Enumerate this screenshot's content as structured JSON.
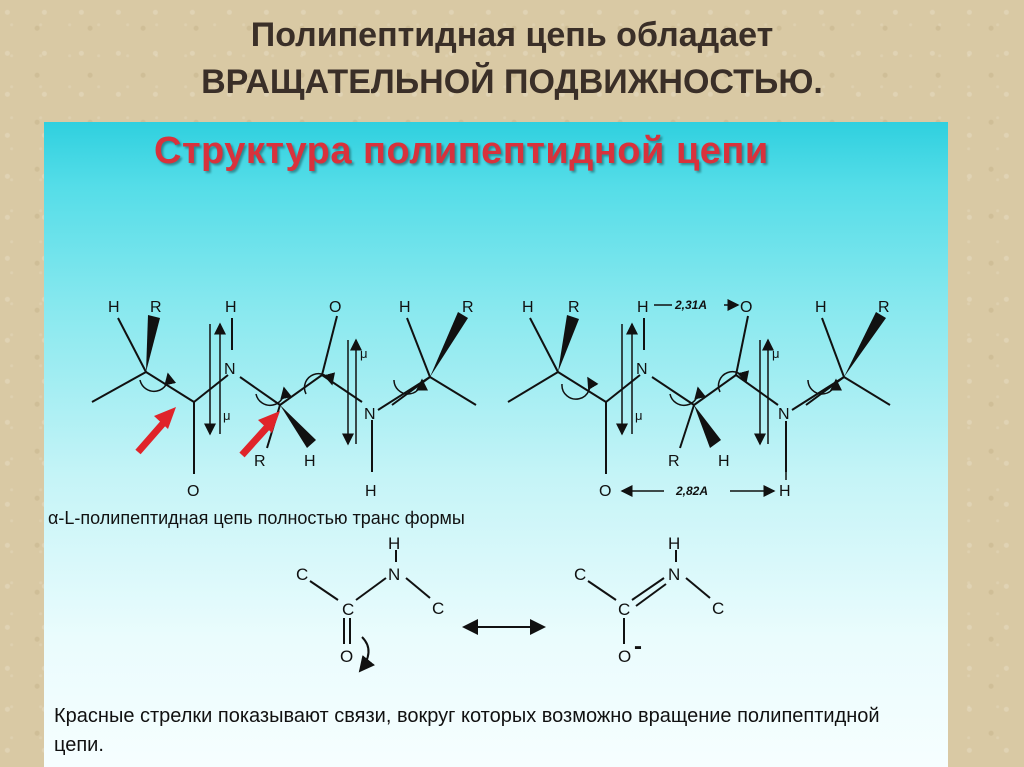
{
  "slide": {
    "title_line1": "Полипептидная цепь обладает",
    "title_line2": "ВРАЩАТЕЛЬНОЙ ПОДВИЖНОСТЬЮ."
  },
  "panel": {
    "title": "Структура полипептидной цепи",
    "caption": "α-L-полипептидная цепь полностью транс формы",
    "note": "Красные стрелки показывают связи, вокруг которых возможно вращение полипептидной цепи."
  },
  "chain": {
    "atom_h": "H",
    "atom_r": "R",
    "atom_n": "N",
    "atom_o": "O",
    "dipole": "μ",
    "distance_top": "2,31A",
    "distance_bottom": "2,82A"
  },
  "resonance": {
    "atom_c": "C",
    "atom_n": "N",
    "atom_h": "H",
    "atom_o": "O",
    "charge": "-"
  },
  "colors": {
    "title_text": "#3a2f28",
    "panel_title": "#d8323c",
    "arrow_red": "#e0242a",
    "bond": "#111111"
  }
}
